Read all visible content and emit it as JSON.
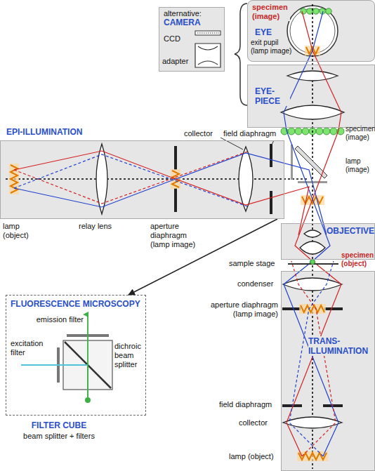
{
  "diagram": {
    "nodes": [
      {
        "text": [
          "alternative:",
          "CAMERA",
          "CCD",
          "adapter"
        ]
      },
      {
        "text": [
          "specimen (image)",
          "EYE",
          "exit pupil (lamp image)"
        ]
      },
      {
        "text": [
          "EYE- PIECE"
        ]
      },
      {
        "text": [
          "EPI-ILLUMINATION"
        ]
      },
      {
        "text": [
          "OBJECTIVE"
        ]
      },
      {
        "text": [
          "FLUORESCENCE MICROSCOPY",
          "emission filter",
          "excitation filter",
          "dichroic beam splitter",
          "FILTER CUBE",
          "beam splitter + filters"
        ]
      },
      {
        "text": [
          "TRANS- ILLUMINATION"
        ]
      }
    ],
    "edges": [
      {
        "from": 3,
        "to": 5,
        "arrow": "to"
      }
    ],
    "labels": [
      "specimen (image)",
      "lamp (image)",
      "collector",
      "field diaphragm",
      "lamp (object)",
      "relay lens",
      "aperture diaphragm (lamp image)",
      "sample stage",
      "specimen (object)",
      "condenser",
      "aperture diaphragm (lamp image)",
      "field diaphragm",
      "collector",
      "lamp (object)"
    ]
  }
}
